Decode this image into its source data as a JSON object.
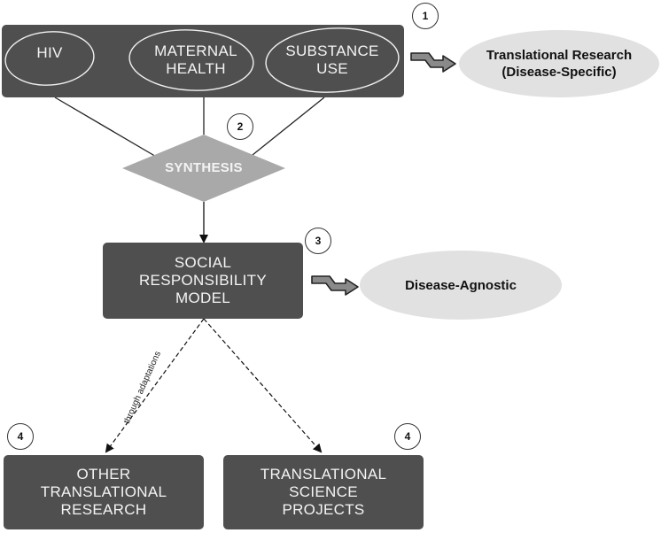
{
  "top_group": {
    "topics": [
      "HIV",
      "MATERNAL\nHEALTH",
      "SUBSTANCE\nUSE"
    ]
  },
  "translational_ellipse": "Translational Research\n(Disease-Specific)",
  "synthesis": "SYNTHESIS",
  "social_model": "SOCIAL\nRESPONSIBILITY\nMODEL",
  "agnostic_ellipse": "Disease-Agnostic",
  "other_research": "OTHER\nTRANSLATIONAL\nRESEARCH",
  "science_projects": "TRANSLATIONAL\nSCIENCE\nPROJECTS",
  "edge_label": "through adaptations",
  "steps": [
    "1",
    "2",
    "3",
    "4",
    "4"
  ],
  "colors": {
    "box": "#4f4f4f",
    "ellipse": "#e1e1e1",
    "diamond": "#a9a9a9"
  }
}
